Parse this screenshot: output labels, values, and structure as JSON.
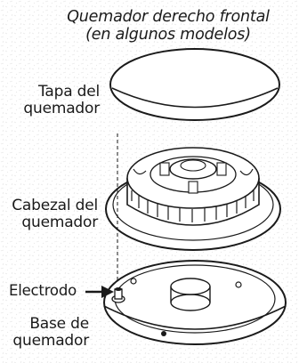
{
  "figure": {
    "title_line1": "Quemador derecho frontal",
    "title_line2": "(en algunos modelos)",
    "labels": {
      "burner_cap_line1": "Tapa del",
      "burner_cap_line2": "quemador",
      "burner_head_line1": "Cabezal del",
      "burner_head_line2": "quemador",
      "electrode": "Electrodo",
      "burner_base_line1": "Base de",
      "burner_base_line2": "quemador"
    }
  }
}
